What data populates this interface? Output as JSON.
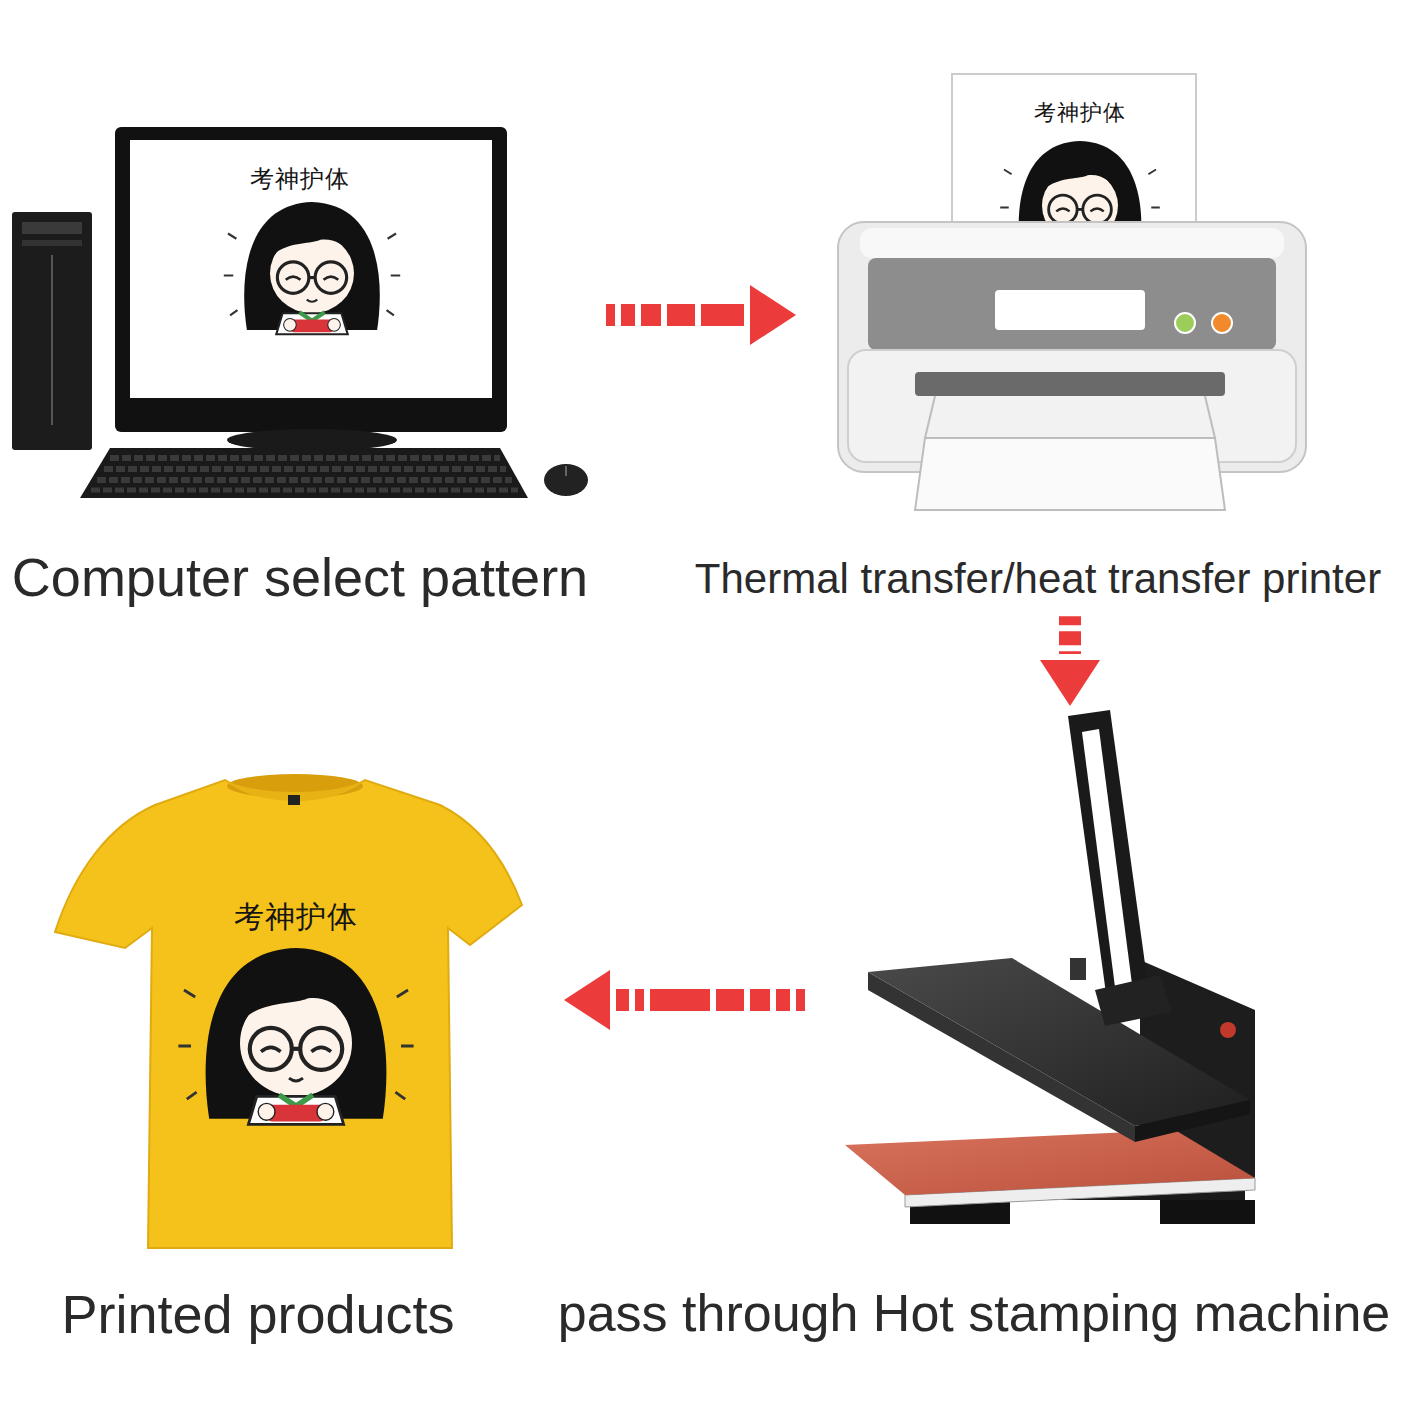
{
  "diagram": {
    "nodes": [
      {
        "text": [
          "Computer select pattern"
        ]
      },
      {
        "text": [
          "Thermal transfer/heat transfer printer"
        ]
      },
      {
        "text": [
          "pass through Hot stamping machine"
        ]
      },
      {
        "text": [
          "Printed products"
        ]
      }
    ],
    "edges": [
      {
        "from": 0,
        "to": 1,
        "arrow": "to"
      },
      {
        "from": 1,
        "to": 2,
        "arrow": "to"
      },
      {
        "from": 2,
        "to": 3,
        "arrow": "to"
      }
    ],
    "labels": [
      "考神护体",
      "考神护体",
      "考神护体"
    ]
  }
}
